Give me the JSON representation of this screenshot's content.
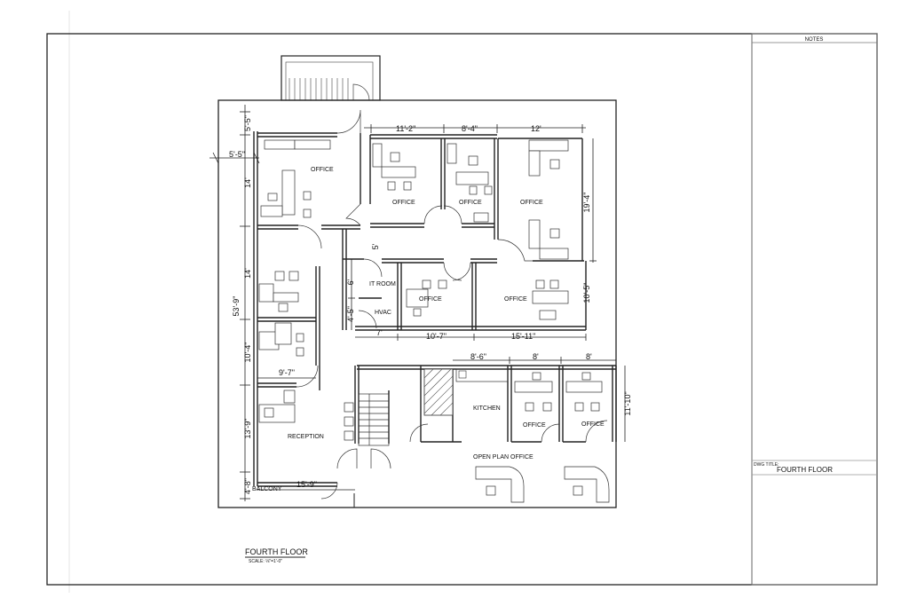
{
  "title_block": {
    "notes_heading": "NOTES",
    "dwg_title_label": "DWG TITLE:",
    "dwg_title": "FOURTH FLOOR"
  },
  "drawing_title": {
    "name": "FOURTH FLOOR",
    "scale": "SCALE: ⅛\"=1'-0\""
  },
  "rooms": {
    "office_1": "OFFICE",
    "office_2": "OFFICE",
    "office_3": "OFFICE",
    "office_4": "OFFICE",
    "it_room": "IT ROOM",
    "hvac": "HVAC",
    "office_5": "OFFICE",
    "office_6": "OFFICE",
    "kitchen": "KITCHEN",
    "office_7": "OFFICE",
    "office_8": "OFFICE",
    "reception": "RECEPTION",
    "open_plan": "OPEN PLAN OFFICE",
    "balcony": "BALCONY"
  },
  "dimensions": {
    "d_5_5a": "5'-5\"",
    "d_5_5b": "5'-5\"",
    "d_14a": "14'",
    "d_14b": "14'",
    "d_53_9": "53'-9\"",
    "d_10_4": "10'-4\"",
    "d_13_9": "13'-9\"",
    "d_4_8": "4'-8\"",
    "d_9_7": "9'-7\"",
    "d_15_9": "15'-9\"",
    "d_11_2": "11'-2\"",
    "d_8_4": "8'-4\"",
    "d_12": "12'",
    "d_19_4": "19'-4\"",
    "d_5": "5'",
    "d_6": "6'",
    "d_4_5": "4'-5\"",
    "d_7": "7'",
    "d_10_7": "10'-7\"",
    "d_15_11": "15'-11\"",
    "d_10_5": "10'-5\"",
    "d_8_6": "8'-6\"",
    "d_8a": "8'",
    "d_8b": "8'",
    "d_11_10": "11'-10\""
  }
}
